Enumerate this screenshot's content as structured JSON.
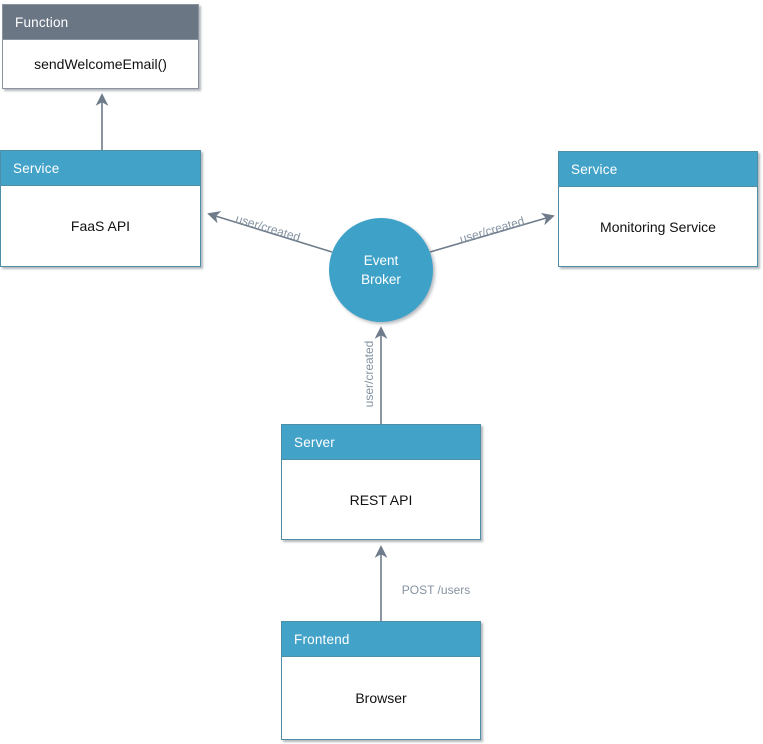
{
  "diagram": {
    "type": "architecture-event-flow",
    "colors": {
      "blue_header": "#42a2c8",
      "gray_header": "#6b7685",
      "broker_fill": "#3ea1c8",
      "blue_border": "#4e8fa8",
      "gray_border": "#8a939e",
      "arrow": "#6e7b8a",
      "edge_label_text": "#8593a2",
      "header_text": "#ffffff",
      "body_text": "#111111"
    }
  },
  "nodes": {
    "function": {
      "header": "Function",
      "body": "sendWelcomeEmail()"
    },
    "faas_service": {
      "header": "Service",
      "body": "FaaS API"
    },
    "monitoring_service": {
      "header": "Service",
      "body": "Monitoring Service"
    },
    "event_broker": {
      "label": "Event\nBroker"
    },
    "server": {
      "header": "Server",
      "body": "REST API"
    },
    "frontend": {
      "header": "Frontend",
      "body": "Browser"
    }
  },
  "edges": {
    "broker_to_faas": {
      "label": "user/created"
    },
    "broker_to_monitoring": {
      "label": "user/created"
    },
    "server_to_broker": {
      "label": "user/created"
    },
    "frontend_to_server": {
      "label": "POST /users"
    },
    "faas_to_function": {
      "label": ""
    }
  }
}
